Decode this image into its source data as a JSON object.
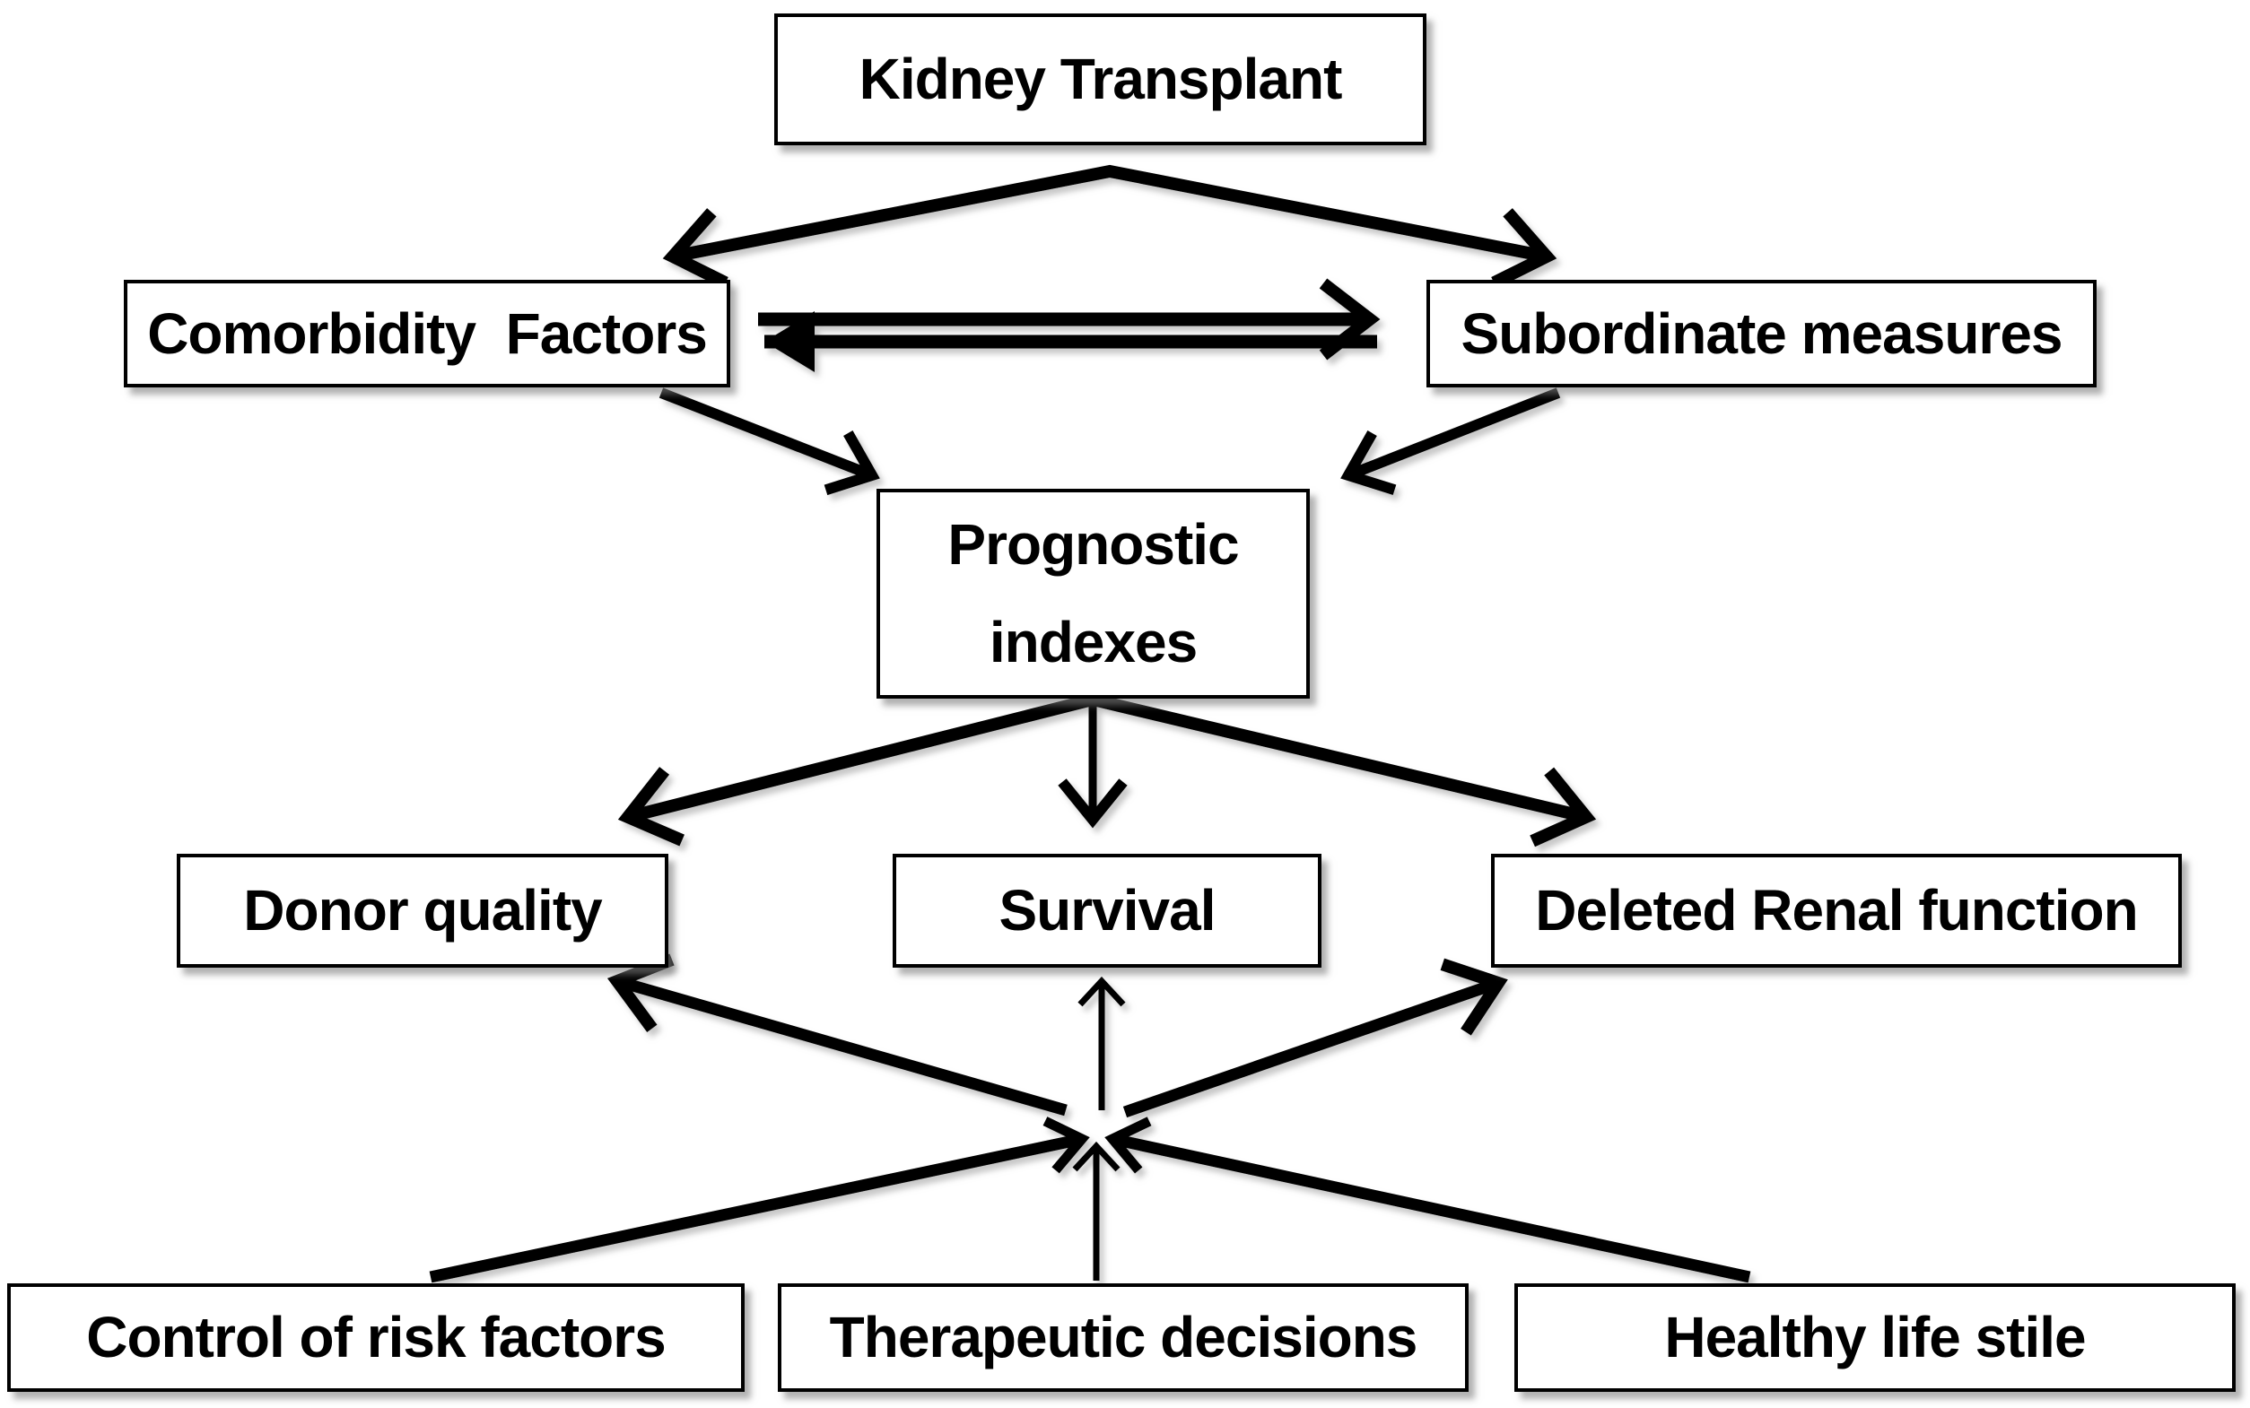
{
  "style": {
    "line_color": "#000000",
    "box_fill": "#ffffff",
    "box_border": "#000000",
    "text_color": "#000000",
    "background": "#ffffff",
    "shadow_color": "#8f8f8f"
  },
  "nodes": {
    "kidney": {
      "label": "Kidney Transplant"
    },
    "comorbidity": {
      "label": "Comorbidity  Factors"
    },
    "subordinate": {
      "label": "Subordinate measures"
    },
    "prognostic": {
      "label": "Prognostic\nindexes"
    },
    "donor": {
      "label": "Donor quality"
    },
    "survival": {
      "label": "Survival"
    },
    "deleted": {
      "label": "Deleted Renal function"
    },
    "control": {
      "label": "Control of risk factors"
    },
    "therapeutic": {
      "label": "Therapeutic decisions"
    },
    "healthy": {
      "label": "Healthy life stile"
    }
  },
  "edges": [
    {
      "from": "Kidney Transplant",
      "to": "Comorbidity Factors",
      "direction": "one-way"
    },
    {
      "from": "Kidney Transplant",
      "to": "Subordinate measures",
      "direction": "one-way"
    },
    {
      "from": "Comorbidity Factors",
      "to": "Subordinate measures",
      "direction": "one-way"
    },
    {
      "from": "Subordinate measures",
      "to": "Comorbidity Factors",
      "direction": "one-way"
    },
    {
      "from": "Comorbidity Factors",
      "to": "Prognostic indexes",
      "direction": "one-way"
    },
    {
      "from": "Subordinate measures",
      "to": "Prognostic indexes",
      "direction": "one-way"
    },
    {
      "from": "Prognostic indexes",
      "to": "Donor quality",
      "direction": "one-way"
    },
    {
      "from": "Prognostic indexes",
      "to": "Survival",
      "direction": "one-way"
    },
    {
      "from": "Prognostic indexes",
      "to": "Deleted Renal function",
      "direction": "one-way"
    },
    {
      "from": "Control of risk factors",
      "to": "Deleted Renal function",
      "direction": "one-way"
    },
    {
      "from": "Therapeutic decisions",
      "to": "Survival",
      "direction": "one-way"
    },
    {
      "from": "Healthy life stile",
      "to": "Donor quality",
      "direction": "one-way"
    }
  ]
}
